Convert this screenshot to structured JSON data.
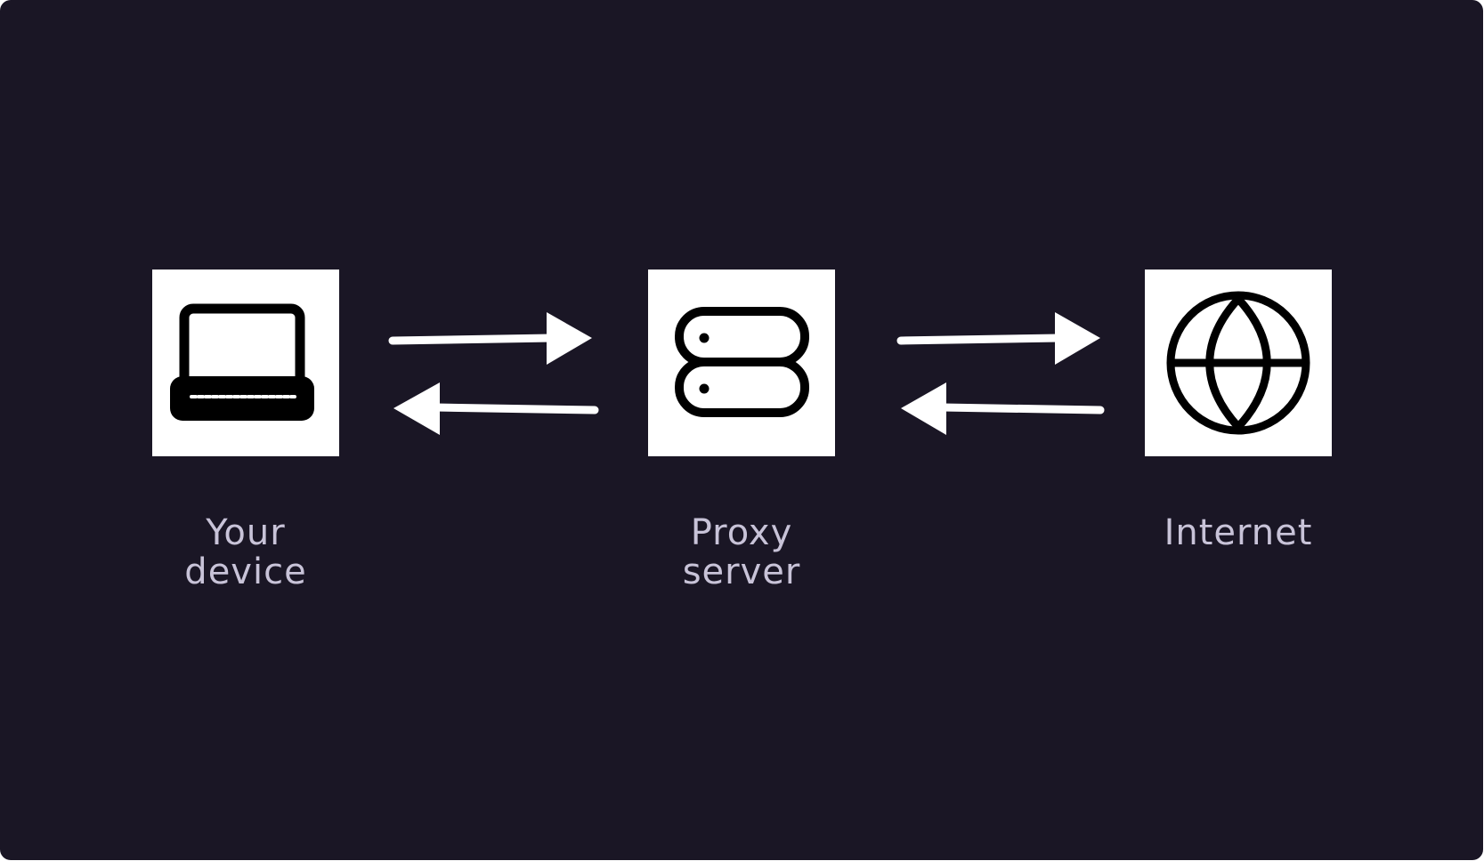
{
  "colors": {
    "background": "#1a1625",
    "tile": "#ffffff",
    "icon": "#000000",
    "arrow": "#ffffff",
    "label": "#c8c3d8"
  },
  "nodes": [
    {
      "id": "device",
      "icon": "laptop-icon",
      "label": "Your\ndevice"
    },
    {
      "id": "proxy",
      "icon": "server-icon",
      "label": "Proxy\nserver"
    },
    {
      "id": "internet",
      "icon": "globe-icon",
      "label": "Internet"
    }
  ],
  "connections": [
    {
      "from": "device",
      "to": "proxy",
      "direction": "bidirectional"
    },
    {
      "from": "proxy",
      "to": "internet",
      "direction": "bidirectional"
    }
  ]
}
